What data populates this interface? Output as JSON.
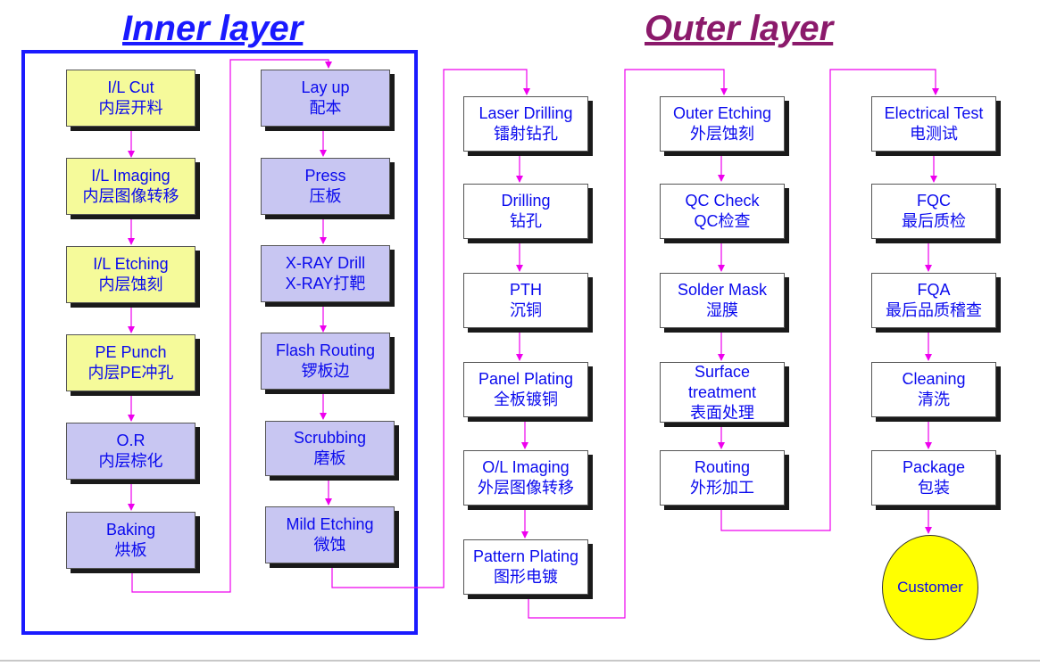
{
  "titles": {
    "inner": "Inner layer",
    "outer": "Outer layer"
  },
  "colors": {
    "title_inner": "#1a1aff",
    "title_outer": "#8b1a6b",
    "arrow": "#ee00ee",
    "box_yellow": "#f5fa9a",
    "box_purple": "#c8c6f2",
    "customer": "#ffff00",
    "text": "#0a0aee"
  },
  "steps": {
    "il_cut": {
      "en": "I/L Cut",
      "cn": "内层开料"
    },
    "il_imaging": {
      "en": "I/L Imaging",
      "cn": "内层图像转移"
    },
    "il_etching": {
      "en": "I/L Etching",
      "cn": "内层蚀刻"
    },
    "pe_punch": {
      "en": "PE Punch",
      "cn": "内层PE冲孔"
    },
    "or": {
      "en": "O.R",
      "cn": "内层棕化"
    },
    "baking": {
      "en": "Baking",
      "cn": "烘板"
    },
    "lay_up": {
      "en": "Lay up",
      "cn": "配本"
    },
    "press": {
      "en": "Press",
      "cn": "压板"
    },
    "xray_drill": {
      "en": "X-RAY Drill",
      "cn": "X-RAY打靶"
    },
    "flash_routing": {
      "en": "Flash Routing",
      "cn": "锣板边"
    },
    "scrubbing": {
      "en": "Scrubbing",
      "cn": "磨板"
    },
    "mild_etching": {
      "en": "Mild Etching",
      "cn": "微蚀"
    },
    "laser_drilling": {
      "en": "Laser Drilling",
      "cn": "镭射钻孔"
    },
    "drilling": {
      "en": "Drilling",
      "cn": "钻孔"
    },
    "pth": {
      "en": "PTH",
      "cn": "沉铜"
    },
    "panel_plating": {
      "en": "Panel Plating",
      "cn": "全板镀铜"
    },
    "ol_imaging": {
      "en": "O/L Imaging",
      "cn": "外层图像转移"
    },
    "pattern_plating": {
      "en": "Pattern Plating",
      "cn": "图形电镀"
    },
    "outer_etching": {
      "en": "Outer Etching",
      "cn": "外层蚀刻"
    },
    "qc_check": {
      "en": "QC Check",
      "cn": "QC检查"
    },
    "solder_mask": {
      "en": "Solder Mask",
      "cn": "湿膜"
    },
    "surface": {
      "en1": "Surface",
      "en2": "treatment",
      "cn": "表面处理"
    },
    "routing": {
      "en": "Routing",
      "cn": "外形加工"
    },
    "electrical_test": {
      "en": "Electrical Test",
      "cn": "电测试"
    },
    "fqc": {
      "en": "FQC",
      "cn": "最后质检"
    },
    "fqa": {
      "en": "FQA",
      "cn": "最后品质稽查"
    },
    "cleaning": {
      "en": "Cleaning",
      "cn": "清洗"
    },
    "package": {
      "en": "Package",
      "cn": "包装"
    }
  },
  "customer": "Customer"
}
